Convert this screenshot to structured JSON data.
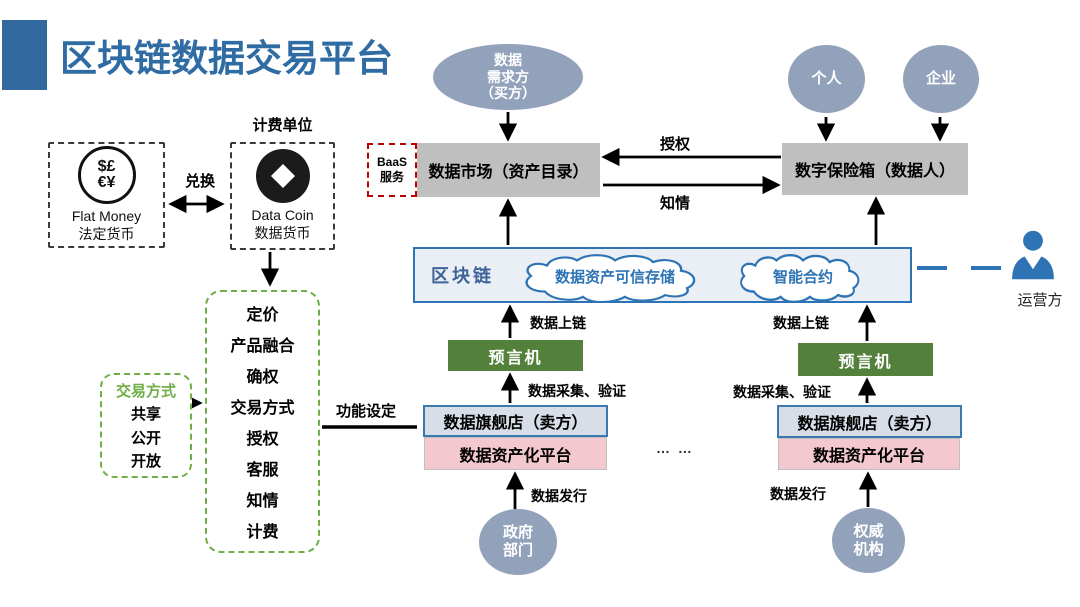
{
  "title": "区块链数据交易平台",
  "currency": {
    "billing_unit_label": "计费单位",
    "exchange_label": "兑换",
    "fiat": {
      "symbols_line1": "$£",
      "symbols_line2": "€¥",
      "name_en": "Flat Money",
      "name_cn": "法定货币"
    },
    "coin": {
      "name_en": "Data Coin",
      "name_cn": "数据货币"
    }
  },
  "function_list": {
    "items": [
      "定价",
      "产品融合",
      "确权",
      "交易方式",
      "授权",
      "客服",
      "知情",
      "计费"
    ]
  },
  "trade_mode": {
    "title": "交易方式",
    "items": [
      "共享",
      "公开",
      "开放"
    ]
  },
  "flow_labels": {
    "function_setting": "功能设定",
    "authorize": "授权",
    "inform": "知情",
    "data_onchain": "数据上链",
    "data_collection": "数据采集、验证",
    "data_issue": "数据发行",
    "ellipsis": "… …"
  },
  "actors": {
    "data_demander": "数据\n需求方\n（买方）",
    "personal": "个人",
    "enterprise": "企业",
    "government": "政府\n部门",
    "authority": "权威\n机构",
    "operator": "运营方"
  },
  "nodes": {
    "baas": "BaaS\n服务",
    "data_market": "数据市场（资产目录）",
    "digital_vault": "数字保险箱（数据人）",
    "blockchain": "区块链",
    "trusted_storage": "数据资产可信存储",
    "smart_contract": "智能合约",
    "oracle": "预言机",
    "data_store": "数据旗舰店（卖方）",
    "asset_platform": "数据资产化平台"
  },
  "colors": {
    "accent_blue": "#2E74B5",
    "title_blue": "#2F6CA4",
    "node_gray": "#BFBFBF",
    "actor_blue_gray": "#93A2BB",
    "oracle_green": "#53813B",
    "platform_pink": "#F3C9CF",
    "store_blue": "#D8DEE8",
    "dash_green": "#6FAD47",
    "baas_red": "#C00000"
  }
}
